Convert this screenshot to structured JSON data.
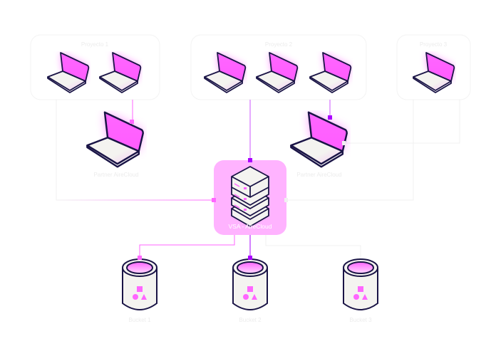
{
  "groups": [
    {
      "label": "Proyecto 1"
    },
    {
      "label": "Proyecto 2"
    },
    {
      "label": "Proyecto 3"
    }
  ],
  "partners": [
    {
      "label": "Partner AireCloud"
    },
    {
      "label": "Partner AireCloud"
    }
  ],
  "hub": {
    "label": "VSA - AireCloud"
  },
  "buckets": [
    {
      "label": "Bucket 1"
    },
    {
      "label": "Bucket 2"
    },
    {
      "label": "Bucket 3"
    }
  ],
  "colors": {
    "accent_pink": "#ff66ff",
    "accent_purple": "#aa00ff",
    "hub_fill": "#ffb3ff",
    "outline": "#1a1446",
    "surface": "#f4f3f0",
    "faint_line": "#f0f0f0"
  }
}
